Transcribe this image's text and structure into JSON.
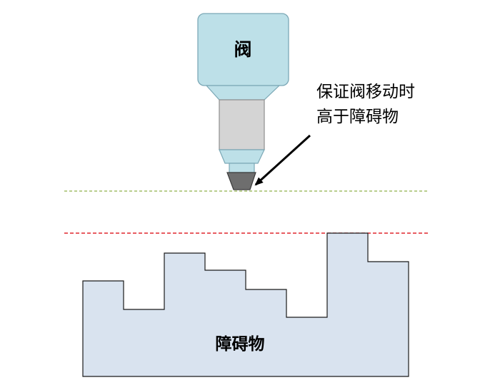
{
  "valve": {
    "label": "阀",
    "body_color": "#bde0e8",
    "body_stroke": "#7ba8b6",
    "barrel_color": "#d4d4d4",
    "tip_color": "#6e6e6e"
  },
  "annotation": {
    "line1": "保证阀移动时",
    "line2": "高于障碍物"
  },
  "lines": {
    "valve_level_color": "#8fb04a",
    "obstacle_top_color": "#e0262e"
  },
  "obstacle": {
    "label": "障碍物",
    "fill_color": "#d9e3ef",
    "stroke_color": "#1a1a1a"
  }
}
